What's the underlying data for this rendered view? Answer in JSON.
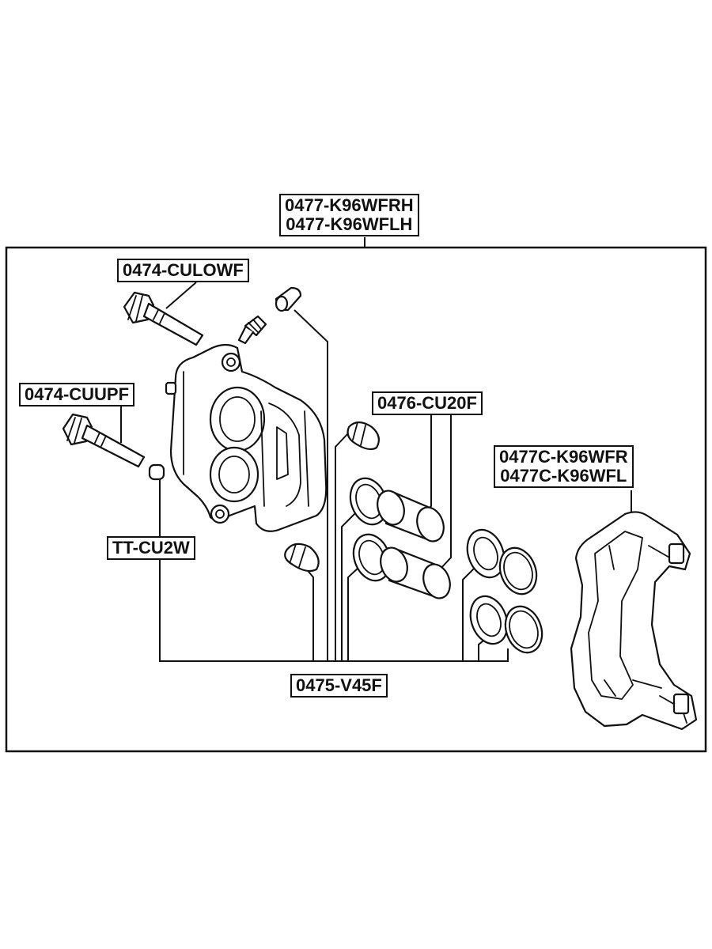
{
  "diagram": {
    "labels": {
      "caliper_assembly": [
        "0477-K96WFRH",
        "0477-K96WFLH"
      ],
      "lower_pin": "0474-CULOWF",
      "upper_pin": "0474-CUUPF",
      "piston": "0476-CU20F",
      "caliper_bracket": [
        "0477C-K96WFR",
        "0477C-K96WFL"
      ],
      "pin_boot": "TT-CU2W",
      "repair_kit": "0475-V45F"
    }
  }
}
